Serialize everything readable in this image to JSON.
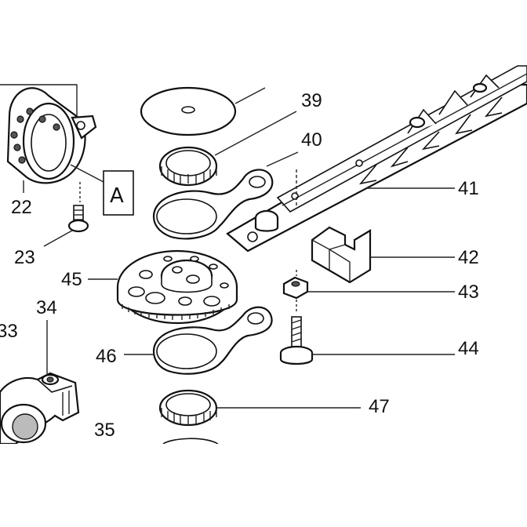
{
  "callouts": {
    "n22": "22",
    "n23": "23",
    "n33": "33",
    "n34": "34",
    "n35": "35",
    "n39": "39",
    "n40": "40",
    "n41": "41",
    "n42": "42",
    "n43": "43",
    "n44": "44",
    "n45": "45",
    "n46": "46",
    "n47": "47"
  },
  "detail_marker": "A"
}
